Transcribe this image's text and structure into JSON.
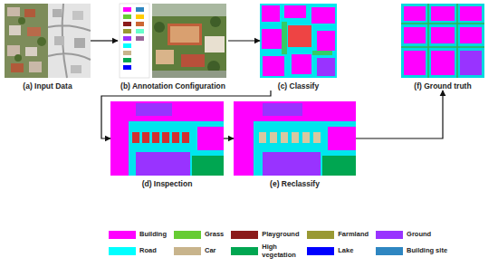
{
  "diagram": {
    "nodes": [
      {
        "text": [
          "(a) Input Data"
        ]
      },
      {
        "text": [
          "(b) Annotation Configuration"
        ]
      },
      {
        "text": [
          "(c) Classify"
        ]
      },
      {
        "text": [
          "(f) Ground truth"
        ]
      },
      {
        "text": [
          "(d) Inspection"
        ]
      },
      {
        "text": [
          "(e) Reclassify"
        ]
      }
    ],
    "edges": [
      {
        "from": 0,
        "to": 1,
        "arrow": "to"
      },
      {
        "from": 1,
        "to": 2,
        "arrow": "to"
      },
      {
        "from": 2,
        "to": 4,
        "arrow": "to"
      },
      {
        "from": 4,
        "to": 5,
        "arrow": "to"
      },
      {
        "from": 5,
        "to": 3,
        "arrow": "to"
      }
    ],
    "legend": [
      {
        "text": "Building",
        "color": "#ff00ff"
      },
      {
        "text": "Grass",
        "color": "#66cc33"
      },
      {
        "text": "Playground",
        "color": "#8b1a1a"
      },
      {
        "text": "Farmland",
        "color": "#999933"
      },
      {
        "text": "Ground",
        "color": "#9933ff"
      },
      {
        "text": "Road",
        "color": "#00ffff"
      },
      {
        "text": "Car",
        "color": "#c8b48c"
      },
      {
        "text": "High vegetation",
        "color": "#00a651"
      },
      {
        "text": "Lake",
        "color": "#0000ff"
      },
      {
        "text": "Building site",
        "color": "#2e86c1"
      }
    ]
  }
}
